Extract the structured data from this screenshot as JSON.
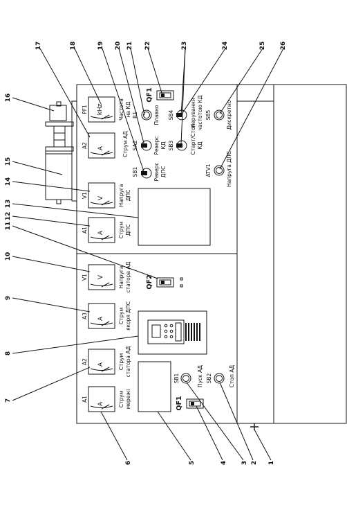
{
  "callouts": [
    "1",
    "2",
    "3",
    "4",
    "5",
    "6",
    "7",
    "8",
    "9",
    "10",
    "11",
    "12",
    "13",
    "14",
    "15",
    "16",
    "17",
    "18",
    "19",
    "20",
    "21",
    "22",
    "23",
    "24",
    "25",
    "26"
  ],
  "meters": {
    "a1_net": {
      "ch": "A1",
      "unit": "A",
      "cap": [
        "Струм",
        "мережі"
      ]
    },
    "a2_stator": {
      "ch": "A2",
      "unit": "A",
      "cap": [
        "Струм",
        "статора АД"
      ]
    },
    "a3_anchor": {
      "ch": "A3",
      "unit": "A",
      "cap": [
        "Струм",
        "якоря ДПС"
      ]
    },
    "v1_stator": {
      "ch": "V1",
      "unit": "V",
      "cap": [
        "Напруга",
        "статора АД"
      ]
    },
    "a1_dps": {
      "ch": "A1",
      "unit": "A",
      "cap": [
        "Струм",
        "ДПС"
      ]
    },
    "v1_dps": {
      "ch": "V1",
      "unit": "V",
      "cap": [
        "Напруга",
        "ДПС"
      ]
    },
    "a2_ad": {
      "ch": "A2",
      "unit": "A",
      "cap": [
        "Струм АД"
      ]
    },
    "pf1_freq": {
      "ch": "PF1",
      "unit": "kHz",
      "cap": [
        "Частота",
        "на КД"
      ]
    }
  },
  "controls": {
    "qf1_bottom": "QF1",
    "qf2": "QF2",
    "qf1_top": "QF1",
    "sb1_start": "SB1",
    "sb1_start_cap": "Пуск АД",
    "sb2_stop": "SB2",
    "sb2_stop_cap": "Стоп АД",
    "sb1_rev": "SB1",
    "sb1_rev_cap": [
      "Реверс",
      "ДПС"
    ],
    "sa2": "SA2",
    "sa2_cap": [
      "Реверс",
      "КД"
    ],
    "r1": "R1",
    "plavno": "Плавно",
    "sb3": "SB3",
    "sb3_cap": [
      "Старт/Стоп",
      "КД"
    ],
    "sb4": "SB4",
    "sb4_cap": [
      "Керування",
      "частотою КД"
    ],
    "sb5": "SB5",
    "sb5_cap": "Дискретно",
    "atv1": "ATV1",
    "atv1_cap": "Напруга ДПС"
  }
}
